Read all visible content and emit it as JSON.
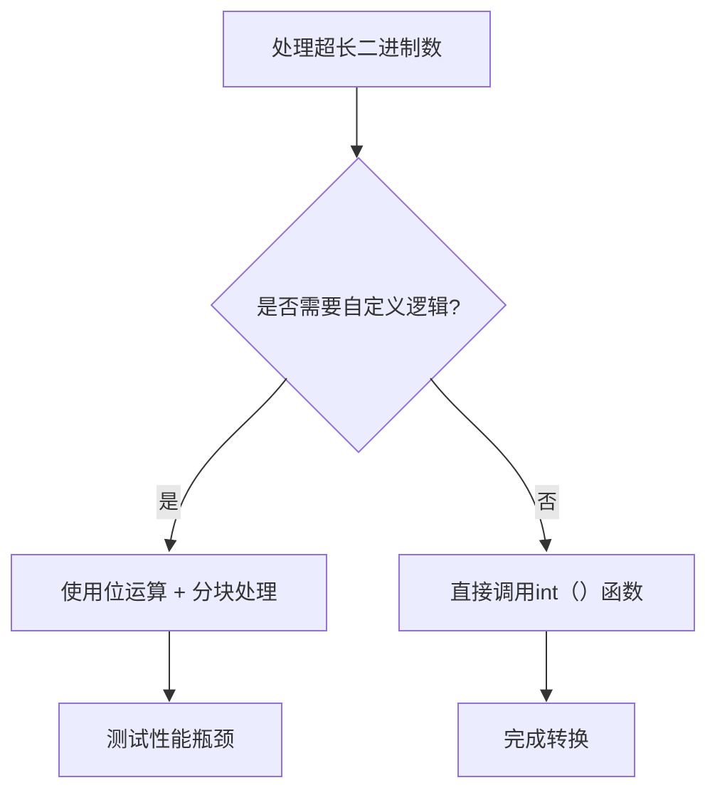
{
  "diagram": {
    "type": "flowchart",
    "direction": "top-down",
    "nodes": [
      {
        "id": "A",
        "shape": "rect",
        "label": "处理超长二进制数"
      },
      {
        "id": "B",
        "shape": "diamond",
        "label": "是否需要自定义逻辑?"
      },
      {
        "id": "C",
        "shape": "rect",
        "label": "使用位运算 + 分块处理"
      },
      {
        "id": "D",
        "shape": "rect",
        "label": "直接调用int（）函数"
      },
      {
        "id": "E",
        "shape": "rect",
        "label": "测试性能瓶颈"
      },
      {
        "id": "F",
        "shape": "rect",
        "label": "完成转换"
      }
    ],
    "edges": [
      {
        "from": "A",
        "to": "B",
        "label": ""
      },
      {
        "from": "B",
        "to": "C",
        "label": "是"
      },
      {
        "from": "B",
        "to": "D",
        "label": "否"
      },
      {
        "from": "C",
        "to": "E",
        "label": ""
      },
      {
        "from": "D",
        "to": "F",
        "label": ""
      }
    ],
    "colors": {
      "node_fill": "#ECECFF",
      "node_border": "#9370DB",
      "node_text": "#333333",
      "edge_line": "#333333",
      "edge_label_background": "#e8e8e8",
      "page_background": "#ffffff"
    }
  }
}
